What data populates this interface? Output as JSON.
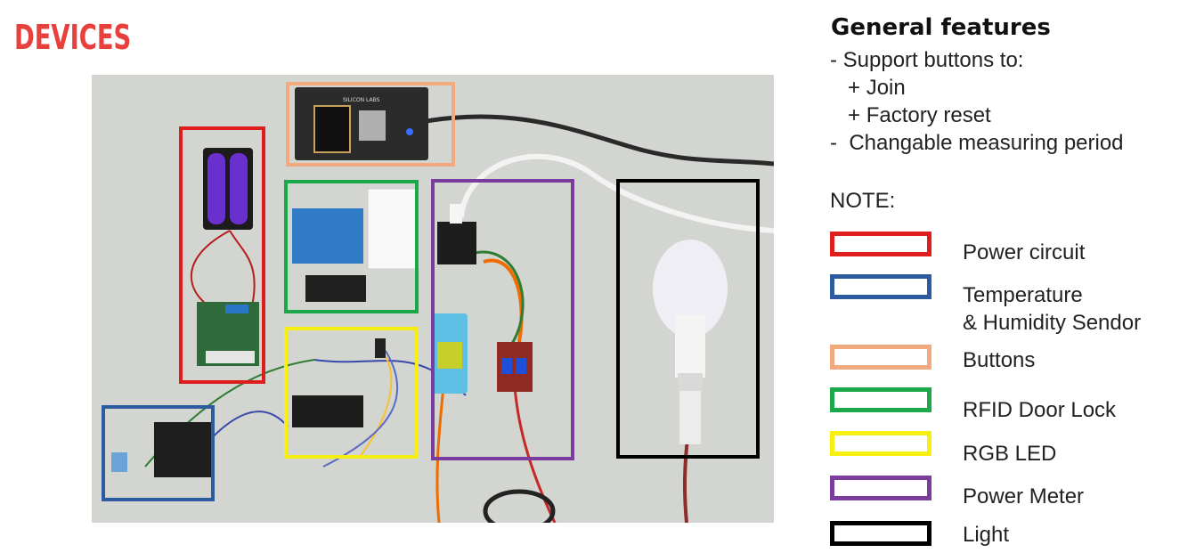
{
  "page": {
    "title": "DEVICES",
    "title_color": "#e8413d"
  },
  "features": {
    "heading": "General features",
    "lines": [
      "- Support buttons to:",
      "   + Join",
      "   + Factory reset",
      "-  Changable measuring period"
    ]
  },
  "legend": {
    "note_label": "NOTE:",
    "items": [
      {
        "label": "Power circuit",
        "color": "#e01d1d"
      },
      {
        "label": "Temperature",
        "label2": "& Humidity Sendor",
        "color": "#2c5b9f"
      },
      {
        "label": "Buttons",
        "color": "#f2a97e"
      },
      {
        "label": "RFID Door Lock",
        "color": "#1ba84a"
      },
      {
        "label": "RGB LED",
        "color": "#f7ef0f"
      },
      {
        "label": "Power Meter",
        "color": "#7a3c9d"
      },
      {
        "label": "Light",
        "color": "#000000"
      }
    ]
  },
  "photo": {
    "board_label": "SILICON LABS"
  }
}
